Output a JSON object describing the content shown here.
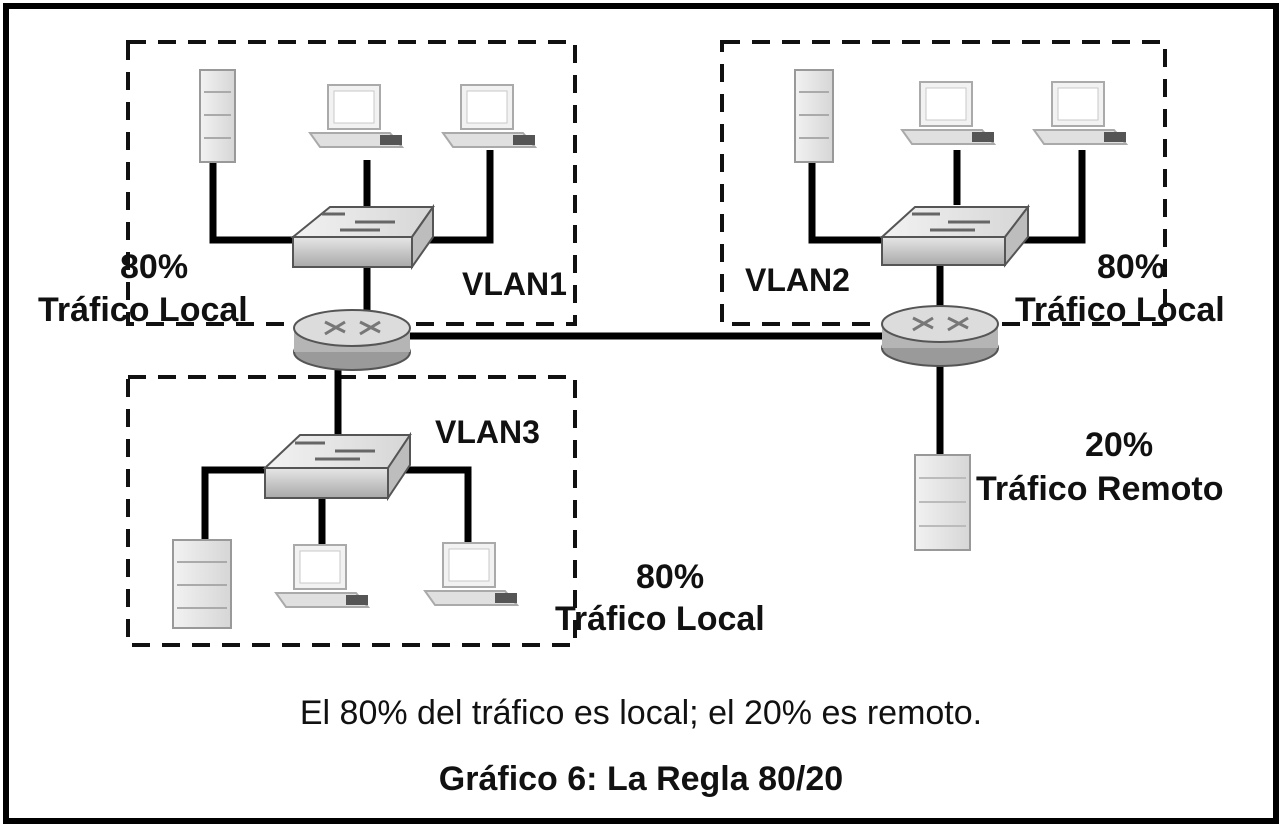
{
  "diagram": {
    "caption": "El 80% del tráfico es local; el 20% es remoto.",
    "figure_title": "Gráfico 6: La Regla 80/20",
    "vlans": [
      {
        "name": "VLAN1",
        "percent": "80%",
        "traffic": "Tráfico Local"
      },
      {
        "name": "VLAN2",
        "percent": "80%",
        "traffic": "Tráfico Local"
      },
      {
        "name": "VLAN3",
        "percent": "80%",
        "traffic": "Tráfico Local"
      }
    ],
    "remote": {
      "percent": "20%",
      "traffic": "Tráfico Remoto"
    }
  }
}
